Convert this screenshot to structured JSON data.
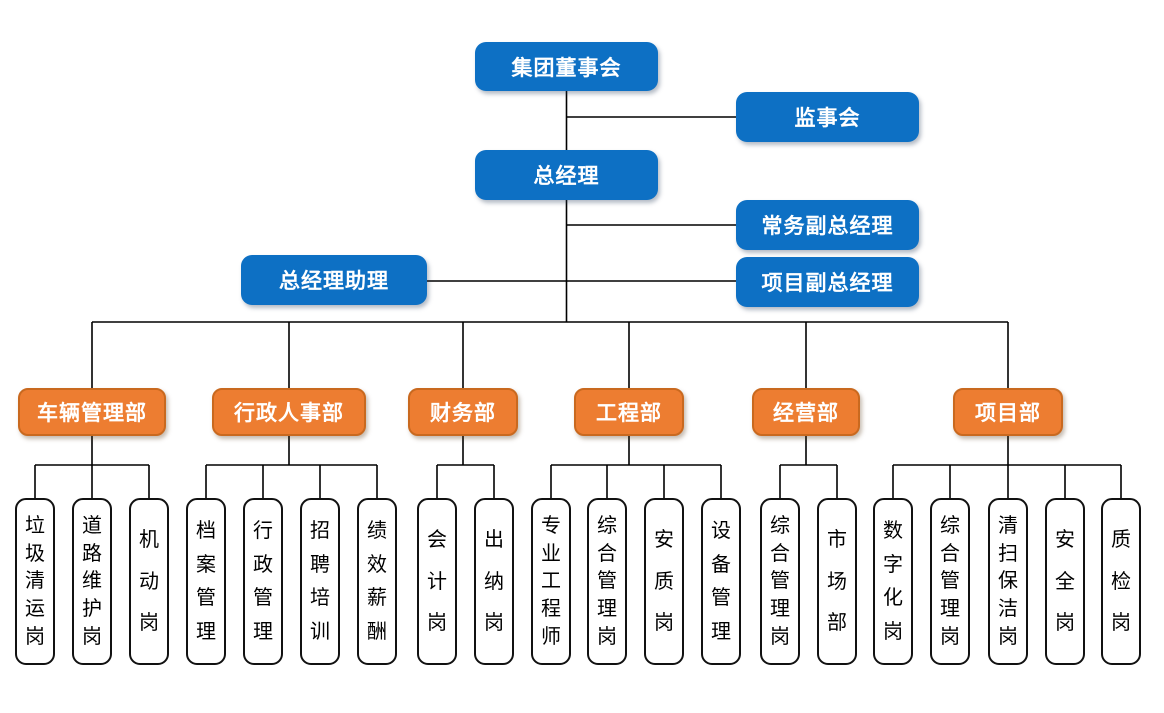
{
  "org": {
    "executives": [
      {
        "id": "board",
        "label": "集团董事会"
      },
      {
        "id": "supervisory_board",
        "label": "监事会"
      },
      {
        "id": "general_manager",
        "label": "总经理"
      },
      {
        "id": "executive_deputy_gm",
        "label": "常务副总经理"
      },
      {
        "id": "gm_assistant",
        "label": "总经理助理"
      },
      {
        "id": "project_deputy_gm",
        "label": "项目副总经理"
      }
    ],
    "departments": [
      {
        "label": "车辆管理部",
        "positions": [
          "垃圾清运岗",
          "道路维护岗",
          "机动岗"
        ]
      },
      {
        "label": "行政人事部",
        "positions": [
          "档案管理",
          "行政管理",
          "招聘培训",
          "绩效薪酬"
        ]
      },
      {
        "label": "财务部",
        "positions": [
          "会计岗",
          "出纳岗"
        ]
      },
      {
        "label": "工程部",
        "positions": [
          "专业工程师",
          "综合管理岗",
          "安质岗",
          "设备管理"
        ]
      },
      {
        "label": "经营部",
        "positions": [
          "综合管理岗",
          "市场部"
        ]
      },
      {
        "label": "项目部",
        "positions": [
          "数字化岗",
          "综合管理岗",
          "清扫保洁岗",
          "安全岗",
          "质检岗"
        ]
      }
    ],
    "colors": {
      "executive_fill": "#0d70c4",
      "department_fill": "#ed7d31",
      "department_border": "#c9691f",
      "position_border": "#111111",
      "position_text": "#000000",
      "text_on_fill": "#ffffff",
      "line": "#000000"
    }
  }
}
